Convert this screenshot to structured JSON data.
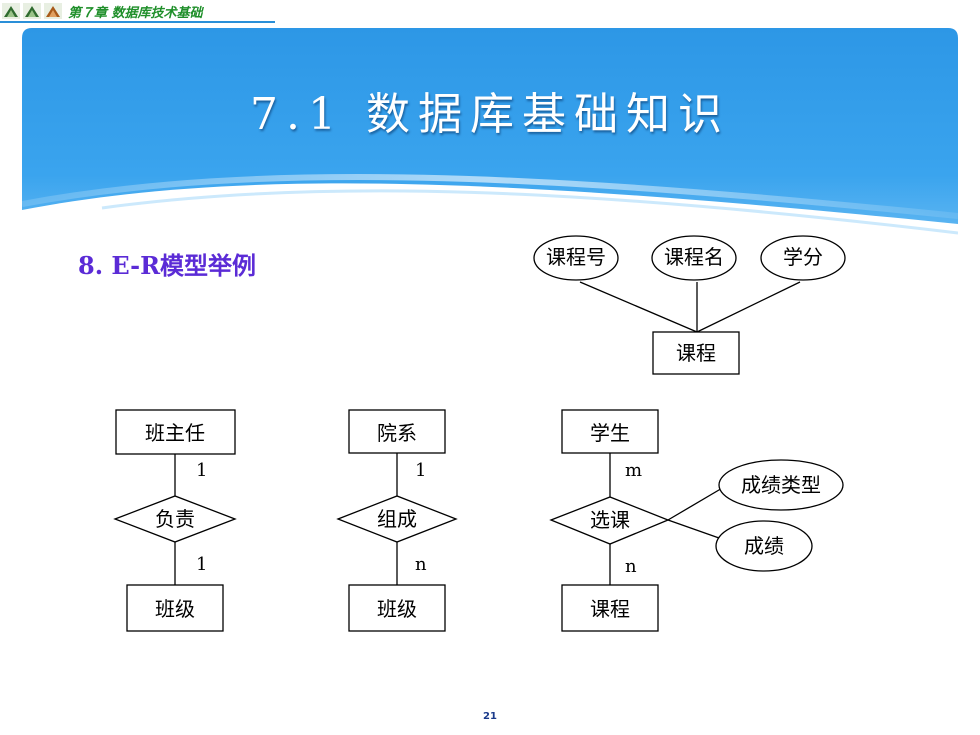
{
  "header": {
    "chapter": "第７章 数据库技术基础",
    "colors": {
      "chapter": "#1f8f2a",
      "accent": "#2a8fd8"
    }
  },
  "slide": {
    "title": "7.1 数据库基础知识",
    "subtitle": "8. E-R模型举例",
    "page_number": "21",
    "colors": {
      "banner": "#2d97e6",
      "title": "#ffffff",
      "subtitle": "#5b2bd6"
    }
  },
  "diagram": {
    "course": {
      "entity": "课程",
      "attributes": [
        "课程号",
        "课程名",
        "学分"
      ]
    },
    "teacher_class": {
      "entity_a": "班主任",
      "relationship": "负责",
      "entity_b": "班级",
      "card_a": "1",
      "card_b": "1"
    },
    "dept_class": {
      "entity_a": "院系",
      "relationship": "组成",
      "entity_b": "班级",
      "card_a": "1",
      "card_b": "n"
    },
    "student_course": {
      "entity_a": "学生",
      "relationship": "选课",
      "entity_b": "课程",
      "card_a": "m",
      "card_b": "n",
      "attributes": [
        "成绩类型",
        "成绩"
      ]
    }
  }
}
